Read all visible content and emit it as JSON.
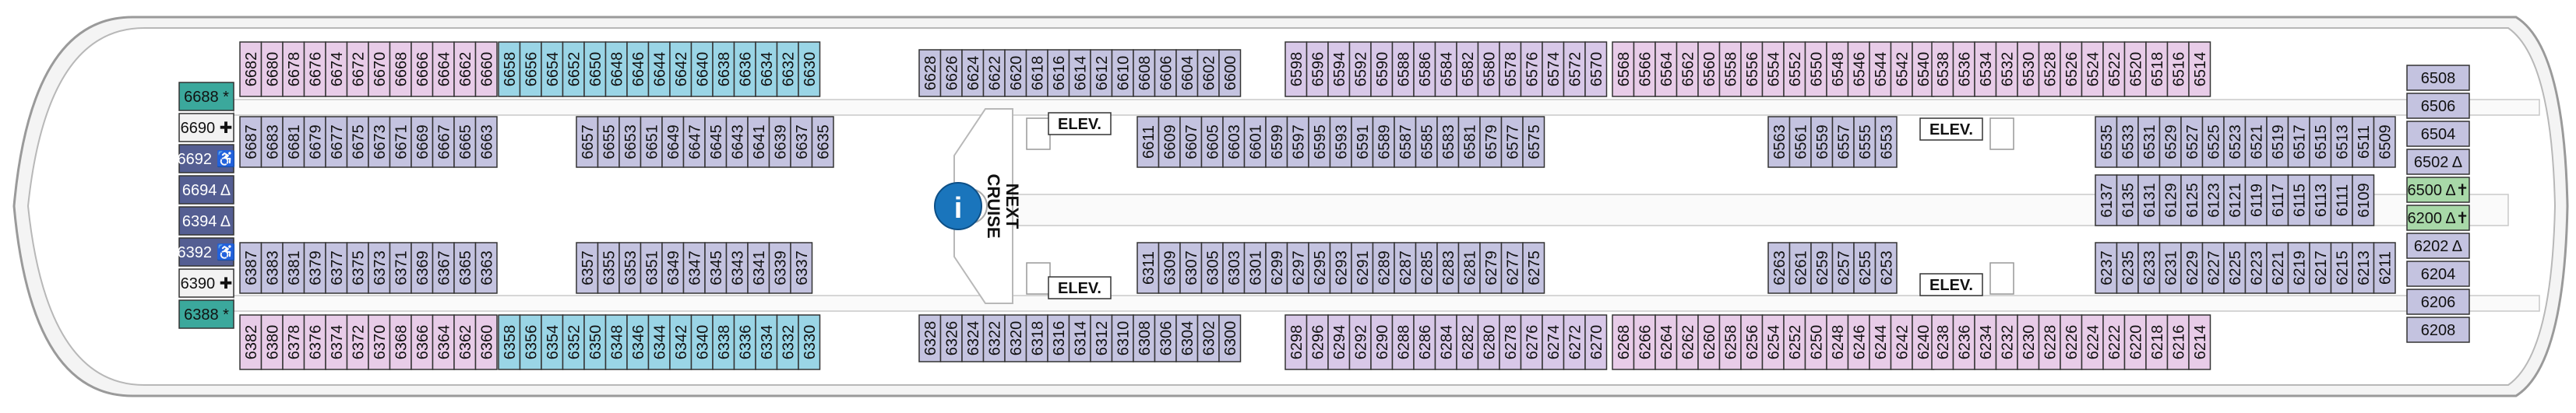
{
  "labels": {
    "elev": "ELEV.",
    "next_cruise": [
      "NEXT",
      "CRUISE"
    ],
    "info_icon": "i"
  },
  "colors": {
    "interior": "#c4c3e0",
    "oceanview": "#545e92",
    "balcony": "#e8cce8",
    "balcony_alt": "#d8c8e8",
    "junior_suite": "#9ad5e6",
    "suite": "#3ba89c",
    "grand_suite": "#d37fb8",
    "aft_suite": "#a8d8a8",
    "deck_gray": "#f2f2f2"
  },
  "cabins": {
    "fwd_top": [
      {
        "n": "6688",
        "f": "*",
        "c": "suite"
      },
      {
        "n": "6690",
        "f": "✚",
        "c": "deck_gray"
      },
      {
        "n": "6692",
        "f": "♿",
        "c": "oceanview"
      },
      {
        "n": "6694",
        "f": "Δ",
        "c": "oceanview"
      },
      {
        "n": "6394",
        "f": "Δ",
        "c": "oceanview"
      },
      {
        "n": "6392",
        "f": "♿",
        "c": "oceanview"
      },
      {
        "n": "6390",
        "f": "✚",
        "c": "deck_gray"
      },
      {
        "n": "6388",
        "f": "*",
        "c": "suite"
      }
    ],
    "top_row_a": [
      "6682",
      "6680",
      "6678",
      "6676",
      "6674",
      "6672",
      "6670",
      "6668",
      "6666",
      "6664",
      "6662",
      "6660"
    ],
    "top_row_b": [
      "6658",
      "6656",
      "6654",
      "6652",
      "6650",
      "6648",
      "6646",
      "6644",
      "6642",
      "6640",
      "6638",
      "6636",
      "6634",
      "6632",
      "6630"
    ],
    "top_row_c": [
      "6628",
      "6626",
      "6624",
      "6622",
      "6620",
      "6618",
      "6616",
      "6614",
      "6612",
      "6610",
      "6608",
      "6606",
      "6604",
      "6602",
      "6600"
    ],
    "top_row_d": [
      "6598",
      "6596",
      "6594",
      "6592",
      "6590",
      "6588",
      "6586",
      "6584",
      "6582",
      "6580",
      "6578",
      "6576",
      "6574",
      "6572",
      "6570"
    ],
    "top_row_e": [
      "6568",
      "6566",
      "6564",
      "6562",
      "6560",
      "6558",
      "6556",
      "6554",
      "6552",
      "6550",
      "6548",
      "6546",
      "6544",
      "6542",
      "6540"
    ],
    "top_row_f": [
      "6538",
      "6536",
      "6534",
      "6532",
      "6530",
      "6528",
      "6526",
      "6524",
      "6522",
      "6520",
      "6518",
      "6516",
      "6514"
    ],
    "aft": [
      {
        "n": "6508"
      },
      {
        "n": "6506"
      },
      {
        "n": "6504"
      },
      {
        "n": "6502",
        "f": "Δ"
      },
      {
        "n": "6500",
        "f": "Δ✝"
      },
      {
        "n": "6200",
        "f": "Δ✝"
      },
      {
        "n": "6202",
        "f": "Δ"
      },
      {
        "n": "6204"
      },
      {
        "n": "6206"
      },
      {
        "n": "6208"
      }
    ],
    "inner_top_a": [
      "6687",
      "6683",
      "6681",
      "6679",
      "6677",
      "6675",
      "6673",
      "6671",
      "6669",
      "6667",
      "6665",
      "6663"
    ],
    "inner_top_b": [
      "6657",
      "6655",
      "6653",
      "6651",
      "6649",
      "6647",
      "6645",
      "6643",
      "6641",
      "6639",
      "6637",
      "6635"
    ],
    "inner_top_c": [
      "6611",
      "6609",
      "6607",
      "6605",
      "6603",
      "6601",
      "6599",
      "6597",
      "6595",
      "6593",
      "6591",
      "6589",
      "6587",
      "6585",
      "6583",
      "6581",
      "6579",
      "6577",
      "6575"
    ],
    "inner_top_d": [
      "6563",
      "6561",
      "6559",
      "6557",
      "6555",
      "6553"
    ],
    "inner_top_e": [
      "6535",
      "6533",
      "6531",
      "6529",
      "6527",
      "6525",
      "6523",
      "6521",
      "6519",
      "6517",
      "6515",
      "6513",
      "6511",
      "6509"
    ],
    "mid_aft": [
      "6137",
      "6135",
      "6131",
      "6129",
      "6125",
      "6123",
      "6121",
      "6119",
      "6117",
      "6115",
      "6113",
      "6111",
      "6109"
    ],
    "inner_bot_a": [
      "6387",
      "6383",
      "6381",
      "6379",
      "6377",
      "6375",
      "6373",
      "6371",
      "6369",
      "6367",
      "6365",
      "6363"
    ],
    "inner_bot_b": [
      "6357",
      "6355",
      "6353",
      "6351",
      "6349",
      "6347",
      "6345",
      "6343",
      "6341",
      "6339",
      "6337"
    ],
    "inner_bot_c": [
      "6311",
      "6309",
      "6307",
      "6305",
      "6303",
      "6301",
      "6299",
      "6297",
      "6295",
      "6293",
      "6291",
      "6289",
      "6287",
      "6285",
      "6283",
      "6281",
      "6279",
      "6277",
      "6275"
    ],
    "inner_bot_d": [
      "6263",
      "6261",
      "6259",
      "6257",
      "6255",
      "6253"
    ],
    "inner_bot_e": [
      "6237",
      "6235",
      "6233",
      "6231",
      "6229",
      "6227",
      "6225",
      "6223",
      "6221",
      "6219",
      "6217",
      "6215",
      "6213",
      "6211"
    ],
    "bot_row_a": [
      "6382",
      "6380",
      "6378",
      "6376",
      "6374",
      "6372",
      "6370",
      "6368",
      "6366",
      "6364",
      "6362",
      "6360"
    ],
    "bot_row_b": [
      "6358",
      "6356",
      "6354",
      "6352",
      "6350",
      "6348",
      "6346",
      "6344",
      "6342",
      "6340",
      "6338",
      "6336",
      "6334",
      "6332",
      "6330"
    ],
    "bot_row_c": [
      "6328",
      "6326",
      "6324",
      "6322",
      "6320",
      "6318",
      "6316",
      "6314",
      "6312",
      "6310",
      "6308",
      "6306",
      "6304",
      "6302",
      "6300"
    ],
    "bot_row_d": [
      "6298",
      "6296",
      "6294",
      "6292",
      "6290",
      "6288",
      "6286",
      "6284",
      "6282",
      "6280",
      "6278",
      "6276",
      "6274",
      "6272",
      "6270"
    ],
    "bot_row_e": [
      "6268",
      "6266",
      "6264",
      "6262",
      "6260",
      "6258",
      "6256",
      "6254",
      "6252",
      "6250",
      "6248",
      "6246",
      "6244",
      "6242",
      "6240"
    ],
    "bot_row_f": [
      "6238",
      "6236",
      "6234",
      "6232",
      "6230",
      "6228",
      "6226",
      "6224",
      "6222",
      "6220",
      "6218",
      "6216",
      "6214"
    ]
  }
}
